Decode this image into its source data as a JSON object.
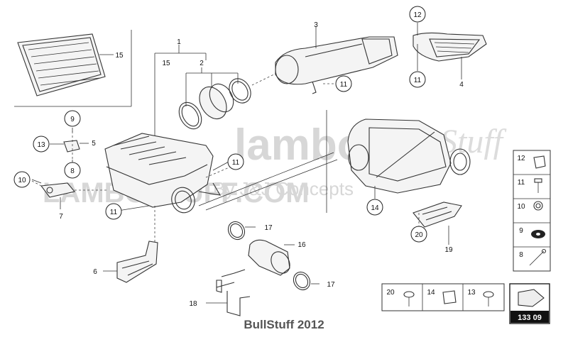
{
  "callouts": {
    "c1": "1",
    "c2": "2",
    "c3": "3",
    "c4": "4",
    "c5": "5",
    "c6": "6",
    "c7": "7",
    "c8": "8",
    "c9": "9",
    "c10": "10",
    "c11": "11",
    "c12": "12",
    "c13": "13",
    "c14": "14",
    "c15": "15",
    "c16": "16",
    "c17": "17",
    "c18": "18",
    "c19": "19",
    "c20": "20"
  },
  "legend": {
    "items": [
      "12",
      "11",
      "10",
      "9",
      "8"
    ],
    "bottom": [
      "20",
      "14",
      "13"
    ]
  },
  "diagram_code": "133 09",
  "watermark": {
    "brand": "lambo",
    "script": "Stuff",
    "site": "LAMBOSTUFF.COM",
    "tag": "By J&J Concepts"
  },
  "footer": "BullStuff 2012"
}
